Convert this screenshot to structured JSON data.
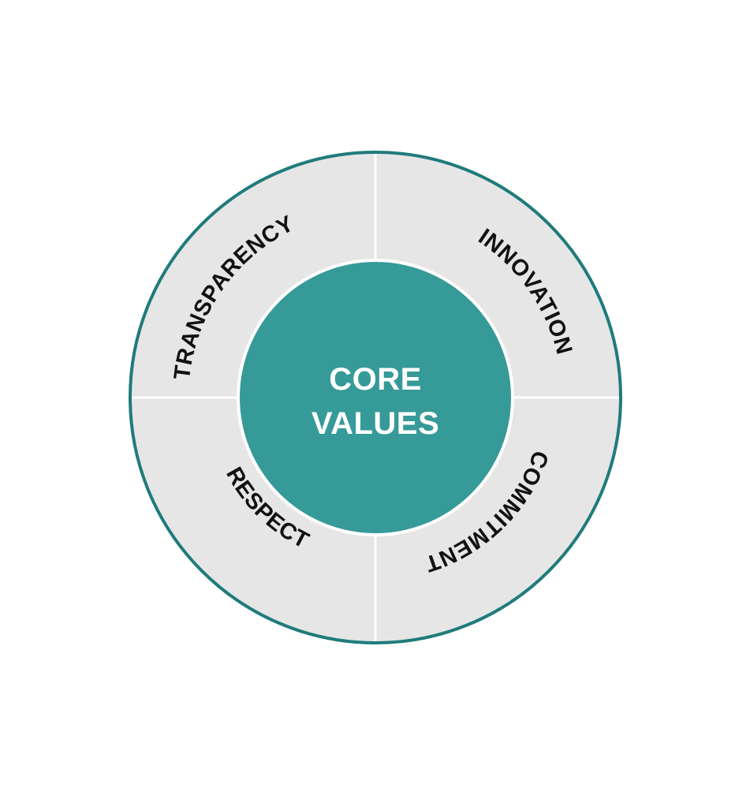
{
  "diagram": {
    "center": {
      "line1": "CORE",
      "line2": "VALUES"
    },
    "segments": [
      {
        "key": "transparency",
        "label": "TRANSPARENCY"
      },
      {
        "key": "innovation",
        "label": "INNOVATION"
      },
      {
        "key": "commitment",
        "label": "COMMITMENT"
      },
      {
        "key": "respect",
        "label": "RESPECT"
      }
    ],
    "colors": {
      "ring_border": "#207b7b",
      "segment_fill": "#e6e6e6",
      "divider": "#ffffff",
      "center_fill": "#369a98",
      "center_text": "#ffffff",
      "label_text": "#111111"
    }
  }
}
